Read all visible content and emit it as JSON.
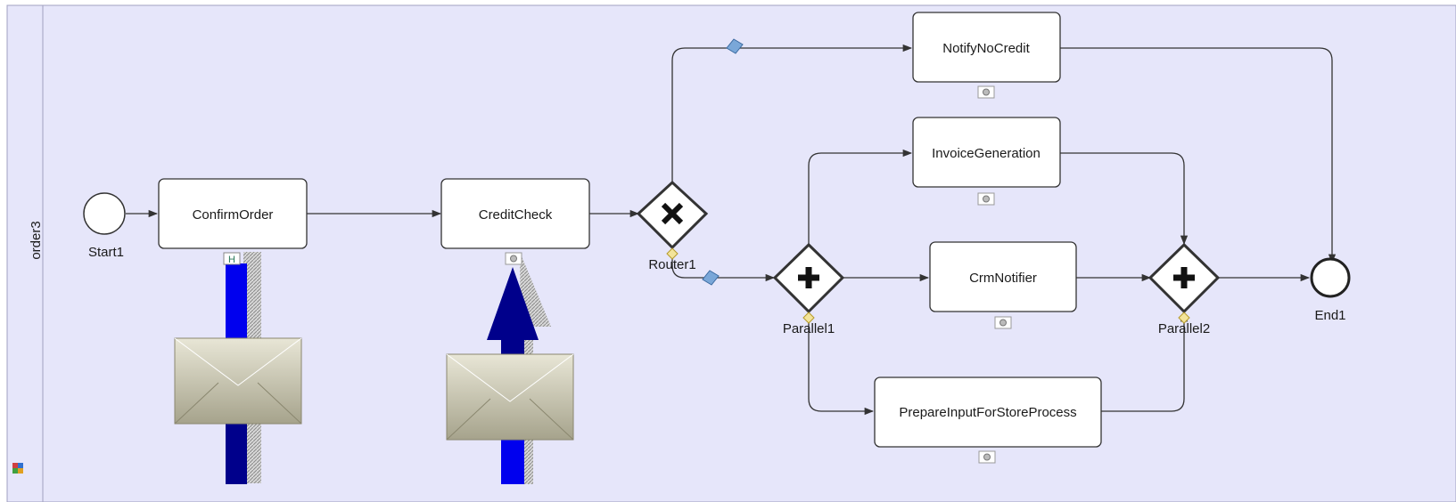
{
  "lane": {
    "label": "order3"
  },
  "events": {
    "start": {
      "label": "Start1"
    },
    "end": {
      "label": "End1"
    }
  },
  "tasks": {
    "confirm_order": "ConfirmOrder",
    "credit_check": "CreditCheck",
    "notify_no_credit": "NotifyNoCredit",
    "invoice_generation": "InvoiceGeneration",
    "crm_notifier": "CrmNotifier",
    "prepare_input": "PrepareInputForStoreProcess"
  },
  "gateways": {
    "router": {
      "label": "Router1",
      "kind": "exclusive"
    },
    "parallel1": {
      "label": "Parallel1",
      "kind": "parallel"
    },
    "parallel2": {
      "label": "Parallel2",
      "kind": "parallel"
    }
  },
  "badges": {
    "confirm_order_badge": "H"
  },
  "colors": {
    "lane_background": "#e6e6fa",
    "task_fill": "#ffffff",
    "stroke": "#333333",
    "message_arrow": "#0000ee",
    "message_arrow_dark": "#00008b"
  }
}
